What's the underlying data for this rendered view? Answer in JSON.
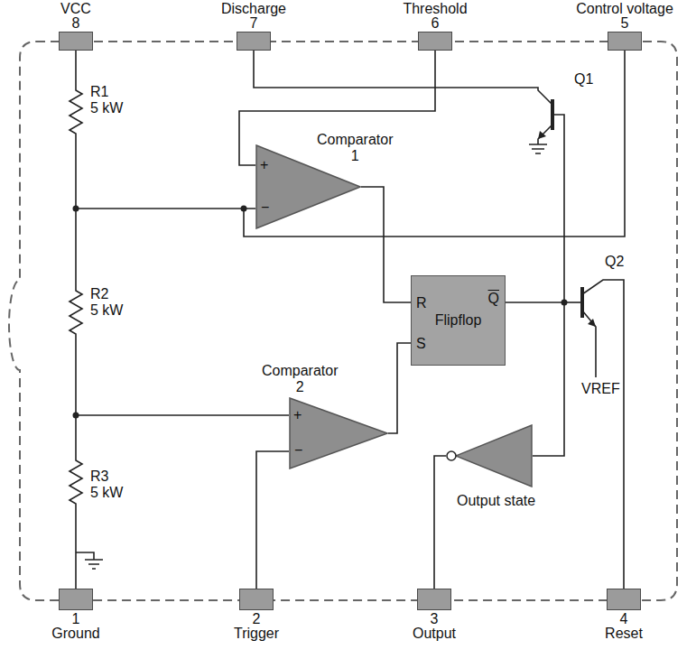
{
  "diagram": {
    "nodes": [
      {
        "text": [
          "VCC",
          "8"
        ]
      },
      {
        "text": [
          "Discharge",
          "7"
        ]
      },
      {
        "text": [
          "Threshold",
          "6"
        ]
      },
      {
        "text": [
          "Control voltage",
          "5"
        ]
      },
      {
        "text": [
          "Comparator 1",
          "+",
          "−"
        ]
      },
      {
        "text": [
          "R",
          "Flipflop",
          "S",
          "Q"
        ]
      },
      {
        "text": [
          "Comparator 2",
          "+",
          "−"
        ]
      },
      {
        "text": [
          "Output state"
        ]
      },
      {
        "text": [
          "1",
          "Ground"
        ]
      },
      {
        "text": [
          "2",
          "Trigger"
        ]
      },
      {
        "text": [
          "3",
          "Output"
        ]
      },
      {
        "text": [
          "4",
          "Reset"
        ]
      }
    ],
    "edges": [
      {
        "from": 2,
        "to": 4,
        "arrow": "none"
      },
      {
        "from": 3,
        "to": 4,
        "arrow": "none"
      },
      {
        "from": 4,
        "to": 5,
        "arrow": "none"
      },
      {
        "from": 6,
        "to": 5,
        "arrow": "none"
      },
      {
        "from": 9,
        "to": 6,
        "arrow": "none"
      },
      {
        "from": 5,
        "to": 7,
        "arrow": "none"
      },
      {
        "from": 7,
        "to": 10,
        "arrow": "none"
      }
    ],
    "labels": [
      "R1",
      "5 kW",
      "R2",
      "5 kW",
      "R3",
      "5 kW",
      "Q1",
      "Q2",
      "VREF"
    ]
  }
}
